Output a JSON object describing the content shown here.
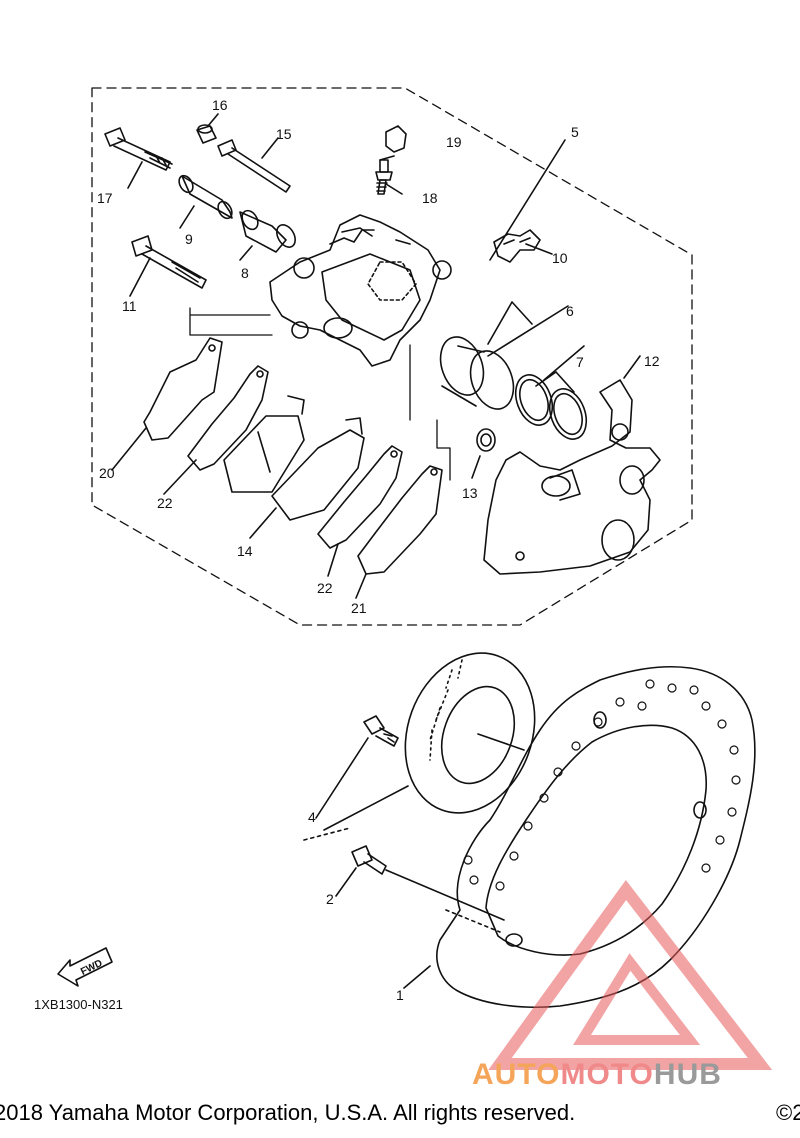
{
  "diagram": {
    "callouts": {
      "p1": "1",
      "p2": "2",
      "p4": "4",
      "p5": "5",
      "p6": "6",
      "p7": "7",
      "p8": "8",
      "p9": "9",
      "p10": "10",
      "p11": "11",
      "p12": "12",
      "p13": "13",
      "p14": "14",
      "p15": "15",
      "p16": "16",
      "p17": "17",
      "p18": "18",
      "p19": "19",
      "p20": "20",
      "p21": "21",
      "p22a": "22",
      "p22b": "22"
    },
    "fwd_label": "FWD",
    "part_code": "1XB1300-N321"
  },
  "watermark": {
    "part1": "AUTO",
    "part2": "MOTO",
    "part3": "HUB",
    "colors": {
      "auto": "#f4a55a",
      "moto": "#f08a8a",
      "hub": "#9a9a9a",
      "triangle": "#e85a5a"
    }
  },
  "footer": {
    "copyright": "2018 Yamaha Motor Corporation, U.S.A. All rights reserved.",
    "copyright_tail": "©2"
  }
}
